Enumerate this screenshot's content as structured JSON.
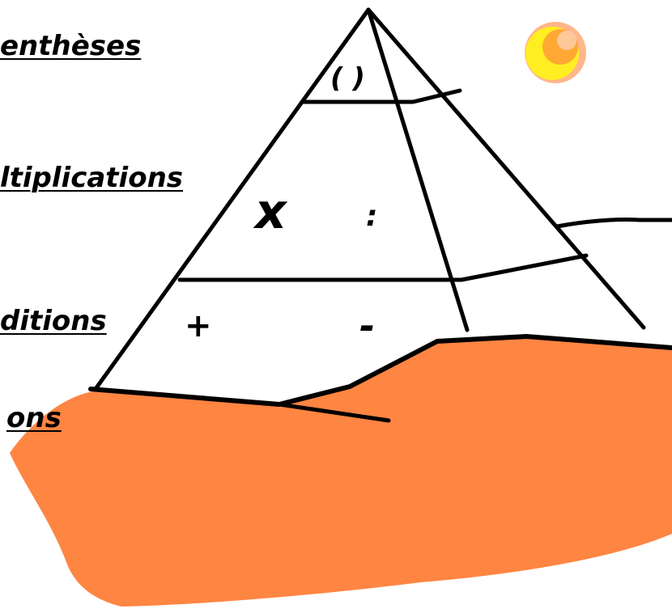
{
  "labels": {
    "parentheses": "enthèses",
    "multiplications": "ltiplications",
    "additions": "ditions",
    "other": "ons"
  },
  "pyramid": {
    "top_symbol": "( )",
    "middle_left_symbol": "x",
    "middle_right_symbol": ":",
    "bottom_left_symbol": "+",
    "bottom_right_symbol": "-"
  },
  "colors": {
    "sand": "#ff8542",
    "sun_core": "#ffee22",
    "sun_glow": "#ff7a2a",
    "ink": "#000000",
    "background": "#ffffff"
  }
}
